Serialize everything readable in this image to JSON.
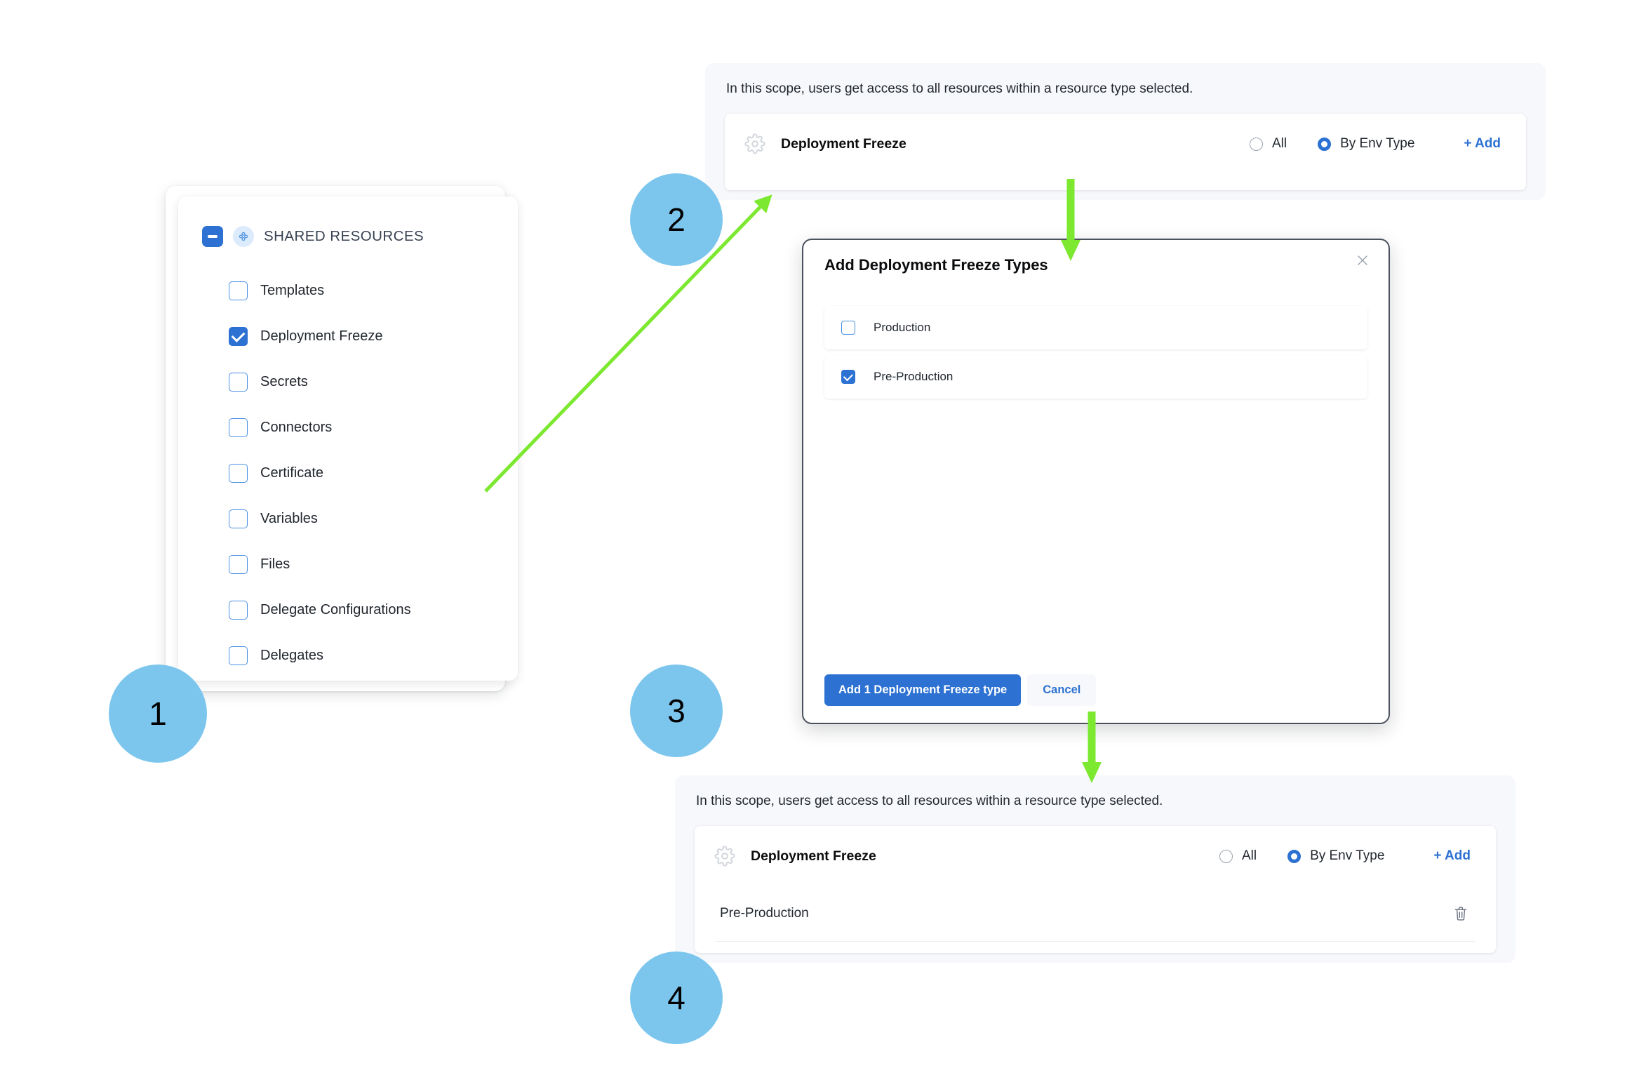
{
  "colors": {
    "accent_blue": "#2D72D2",
    "badge_blue": "#7CC6EE",
    "arrow_green": "#7CE830",
    "panel_bg": "#F6F8FB",
    "modal_border": "#4B525E"
  },
  "shared_resources": {
    "title": "SHARED RESOURCES",
    "collapse_icon": "minus-icon",
    "group_icon": "resource-group-icon",
    "items": [
      {
        "label": "Templates",
        "checked": false
      },
      {
        "label": "Deployment Freeze",
        "checked": true
      },
      {
        "label": "Secrets",
        "checked": false
      },
      {
        "label": "Connectors",
        "checked": false
      },
      {
        "label": "Certificate",
        "checked": false
      },
      {
        "label": "Variables",
        "checked": false
      },
      {
        "label": "Files",
        "checked": false
      },
      {
        "label": "Delegate Configurations",
        "checked": false
      },
      {
        "label": "Delegates",
        "checked": false
      }
    ]
  },
  "scope_panel_top": {
    "note": "In this scope, users get access to all resources within a resource type selected.",
    "resource_icon": "gear-icon",
    "resource_name": "Deployment Freeze",
    "radio_options": [
      {
        "label": "All",
        "selected": false
      },
      {
        "label": "By Env Type",
        "selected": true
      }
    ],
    "add_label": "+ Add"
  },
  "scope_panel_bottom": {
    "note": "In this scope, users get access to all resources within a resource type selected.",
    "resource_icon": "gear-icon",
    "resource_name": "Deployment Freeze",
    "radio_options": [
      {
        "label": "All",
        "selected": false
      },
      {
        "label": "By Env Type",
        "selected": true
      }
    ],
    "add_label": "+ Add",
    "selected_items": [
      {
        "label": "Pre-Production",
        "delete_icon": "trash-icon"
      }
    ]
  },
  "modal": {
    "title": "Add Deployment Freeze Types",
    "close_icon": "close-icon",
    "items": [
      {
        "label": "Production",
        "checked": false
      },
      {
        "label": "Pre-Production",
        "checked": true
      }
    ],
    "primary_button": "Add 1 Deployment Freeze type",
    "secondary_button": "Cancel"
  },
  "steps": [
    {
      "number": "1"
    },
    {
      "number": "2"
    },
    {
      "number": "3"
    },
    {
      "number": "4"
    }
  ]
}
